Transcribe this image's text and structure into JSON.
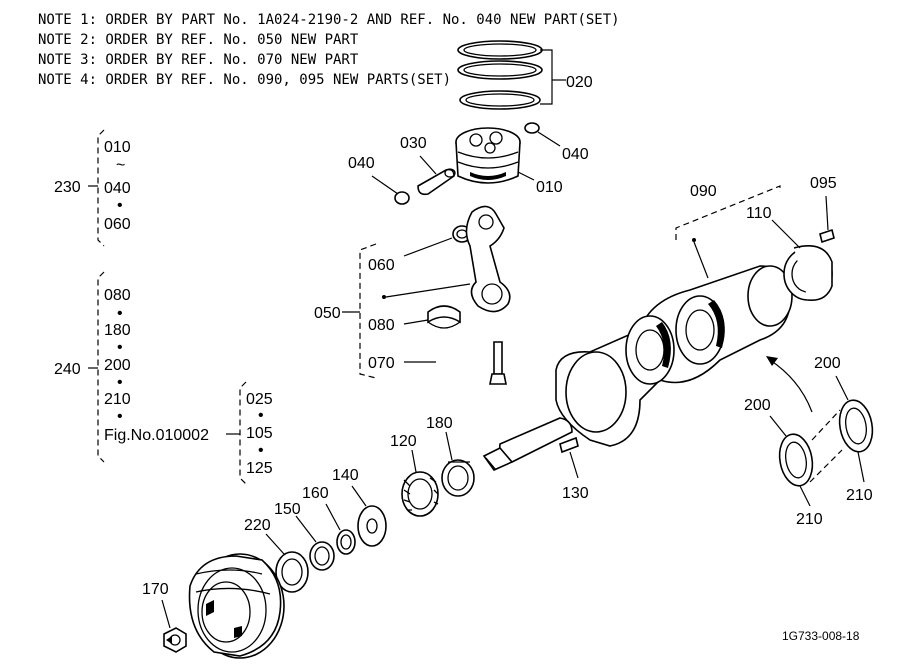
{
  "notes": [
    "NOTE 1:  ORDER BY PART No. 1A024-2190-2 AND REF. No. 040 NEW PART(SET)",
    "NOTE 2:  ORDER BY REF. No. 050 NEW PART",
    "NOTE 3:  ORDER BY REF. No. 070 NEW PART",
    "NOTE 4:  ORDER BY REF. No. 090, 095 NEW PARTS(SET)"
  ],
  "groups": {
    "g230": {
      "label": "230",
      "items": [
        "010",
        "~",
        "040",
        "•",
        "060"
      ]
    },
    "g240": {
      "label": "240",
      "items": [
        "080",
        "•",
        "180",
        "•",
        "200",
        "•",
        "210",
        "•"
      ],
      "fig": "Fig.No.010002"
    },
    "gfig": {
      "items": [
        "025",
        "•",
        "105",
        "•",
        "125"
      ]
    }
  },
  "callouts": {
    "c020": "020",
    "c030": "030",
    "c040a": "040",
    "c040b": "040",
    "c010": "010",
    "c090": "090",
    "c095": "095",
    "c110": "110",
    "c060": "060",
    "c050": "050",
    "c080": "080",
    "c070": "070",
    "c200a": "200",
    "c200b": "200",
    "c210a": "210",
    "c210b": "210",
    "c120": "120",
    "c180": "180",
    "c130": "130",
    "c140": "140",
    "c160": "160",
    "c150": "150",
    "c220": "220",
    "c170": "170"
  },
  "drawing_code": "1G733-008-18"
}
